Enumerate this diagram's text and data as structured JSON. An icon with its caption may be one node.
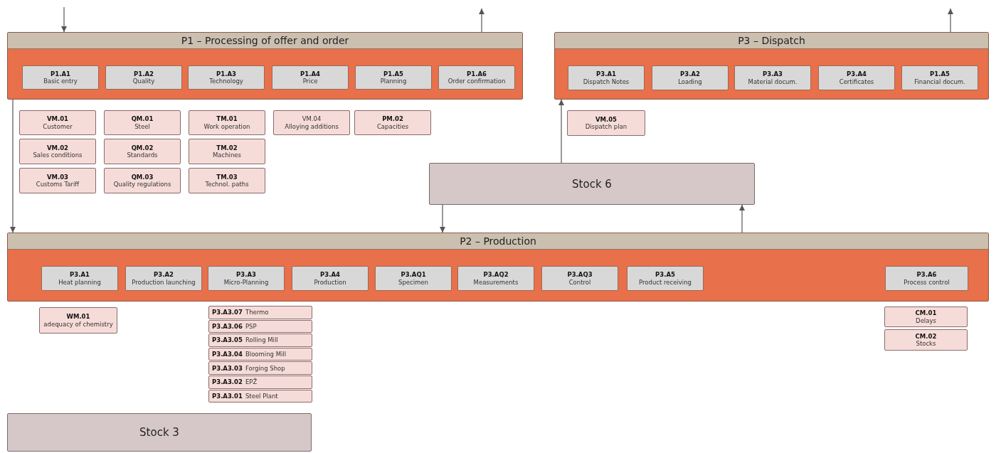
{
  "diagram": {
    "nodes": [
      {
        "text": [
          "P1 – Processing of offer and order"
        ]
      },
      {
        "text": [
          "P1.A1",
          "Basic entry"
        ],
        "in": 0
      },
      {
        "text": [
          "P1.A2",
          "Quality"
        ],
        "in": 0
      },
      {
        "text": [
          "P1.A3",
          "Technology"
        ],
        "in": 0
      },
      {
        "text": [
          "P1.A4",
          "Price"
        ],
        "in": 0
      },
      {
        "text": [
          "P1.A5",
          "Planning"
        ],
        "in": 0
      },
      {
        "text": [
          "P1.A6",
          "Order confirmation"
        ],
        "in": 0
      },
      {
        "text": [
          "P3 – Dispatch"
        ]
      },
      {
        "text": [
          "P3.A1",
          "Dispatch Notes"
        ],
        "in": 7
      },
      {
        "text": [
          "P3.A2",
          "Loading"
        ],
        "in": 7
      },
      {
        "text": [
          "P3.A3",
          "Material docum."
        ],
        "in": 7
      },
      {
        "text": [
          "P3.A4",
          "Certificates"
        ],
        "in": 7
      },
      {
        "text": [
          "P1.A5",
          "Financial docum."
        ],
        "in": 7
      },
      {
        "text": [
          "VM.01",
          "Customer"
        ]
      },
      {
        "text": [
          "QM.01",
          "Steel"
        ]
      },
      {
        "text": [
          "TM.01",
          "Work operation"
        ]
      },
      {
        "text": [
          "VM.04",
          "Alloying additions"
        ]
      },
      {
        "text": [
          "PM.02",
          "Capacities"
        ]
      },
      {
        "text": [
          "VM.02",
          "Sales conditions"
        ]
      },
      {
        "text": [
          "QM.02",
          "Standards"
        ]
      },
      {
        "text": [
          "TM.02",
          "Machines"
        ]
      },
      {
        "text": [
          "VM.03",
          "Customs Tariff"
        ]
      },
      {
        "text": [
          "QM.03",
          "Quality regulations"
        ]
      },
      {
        "text": [
          "TM.03",
          "Technol. paths"
        ]
      },
      {
        "text": [
          "VM.05",
          "Dispatch plan"
        ]
      },
      {
        "text": [
          "Stock 6"
        ]
      },
      {
        "text": [
          "P2 – Production"
        ]
      },
      {
        "text": [
          "P3.A1",
          "Heat planning"
        ],
        "in": 26
      },
      {
        "text": [
          "P3.A2",
          "Production launching"
        ],
        "in": 26
      },
      {
        "text": [
          "P3.A3",
          "Micro-Planning"
        ],
        "in": 26
      },
      {
        "text": [
          "P3.A4",
          "Production"
        ],
        "in": 26
      },
      {
        "text": [
          "P3.AQ1",
          "Specimen"
        ],
        "in": 26
      },
      {
        "text": [
          "P3.AQ2",
          "Measurements"
        ],
        "in": 26
      },
      {
        "text": [
          "P3.AQ3",
          "Control"
        ],
        "in": 26
      },
      {
        "text": [
          "P3.A5",
          "Product receiving"
        ],
        "in": 26
      },
      {
        "text": [
          "P3.A6",
          "Process control"
        ],
        "in": 26
      },
      {
        "text": [
          "WM.01",
          "adequacy of chemistry"
        ]
      },
      {
        "text": [
          "P3.A3.07",
          "Thermo"
        ]
      },
      {
        "text": [
          "P3.A3.06",
          "PSP"
        ]
      },
      {
        "text": [
          "P3.A3.05",
          "Rolling Mill"
        ]
      },
      {
        "text": [
          "P3.A3.04",
          "Blooming Mill"
        ]
      },
      {
        "text": [
          "P3.A3.03",
          "Forging Shop"
        ]
      },
      {
        "text": [
          "P3.A3.02",
          "EPŽ"
        ]
      },
      {
        "text": [
          "P3.A3.01",
          "Steel Plant"
        ]
      },
      {
        "text": [
          "CM.01",
          "Delays"
        ]
      },
      {
        "text": [
          "CM.02",
          "Stocks"
        ]
      },
      {
        "text": [
          "Stock 3"
        ]
      }
    ],
    "edges": [
      {
        "from": null,
        "to": 0,
        "arrow": "to"
      },
      {
        "from": 0,
        "to": null,
        "arrow": "to"
      },
      {
        "from": 7,
        "to": null,
        "arrow": "to"
      },
      {
        "from": 0,
        "to": 26,
        "arrow": "to"
      },
      {
        "from": 25,
        "to": 7,
        "arrow": "to"
      },
      {
        "from": 25,
        "to": 26,
        "arrow": "to"
      },
      {
        "from": 26,
        "to": 25,
        "arrow": "to"
      }
    ]
  }
}
